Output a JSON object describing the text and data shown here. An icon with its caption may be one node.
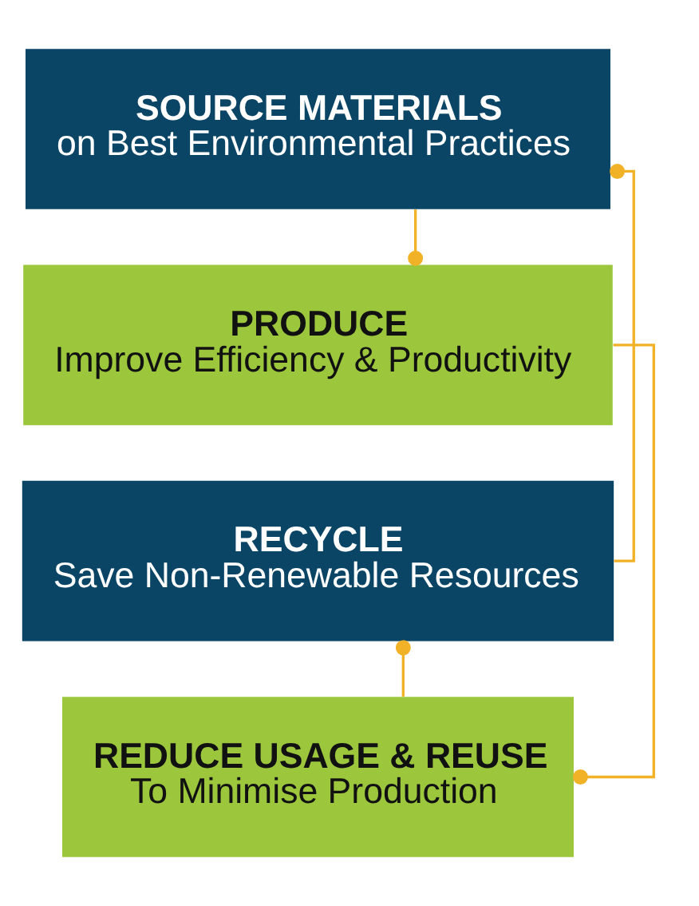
{
  "diagram": {
    "nodes": [
      {
        "text": [
          "SOURCE MATERIALS",
          "on Best Environmental Practices"
        ]
      },
      {
        "text": [
          "PRODUCE",
          "Improve Efficiency & Productivity"
        ]
      },
      {
        "text": [
          "RECYCLE",
          "Save Non-Renewable Resources"
        ]
      },
      {
        "text": [
          "REDUCE USAGE & REUSE",
          "To Minimise Production"
        ]
      }
    ],
    "edges": [
      {
        "from": 0,
        "to": 1,
        "arrow": "other"
      },
      {
        "from": 1,
        "to": 3,
        "arrow": "other"
      },
      {
        "from": 3,
        "to": 2,
        "arrow": "other"
      },
      {
        "from": 2,
        "to": 0,
        "arrow": "other"
      }
    ]
  }
}
